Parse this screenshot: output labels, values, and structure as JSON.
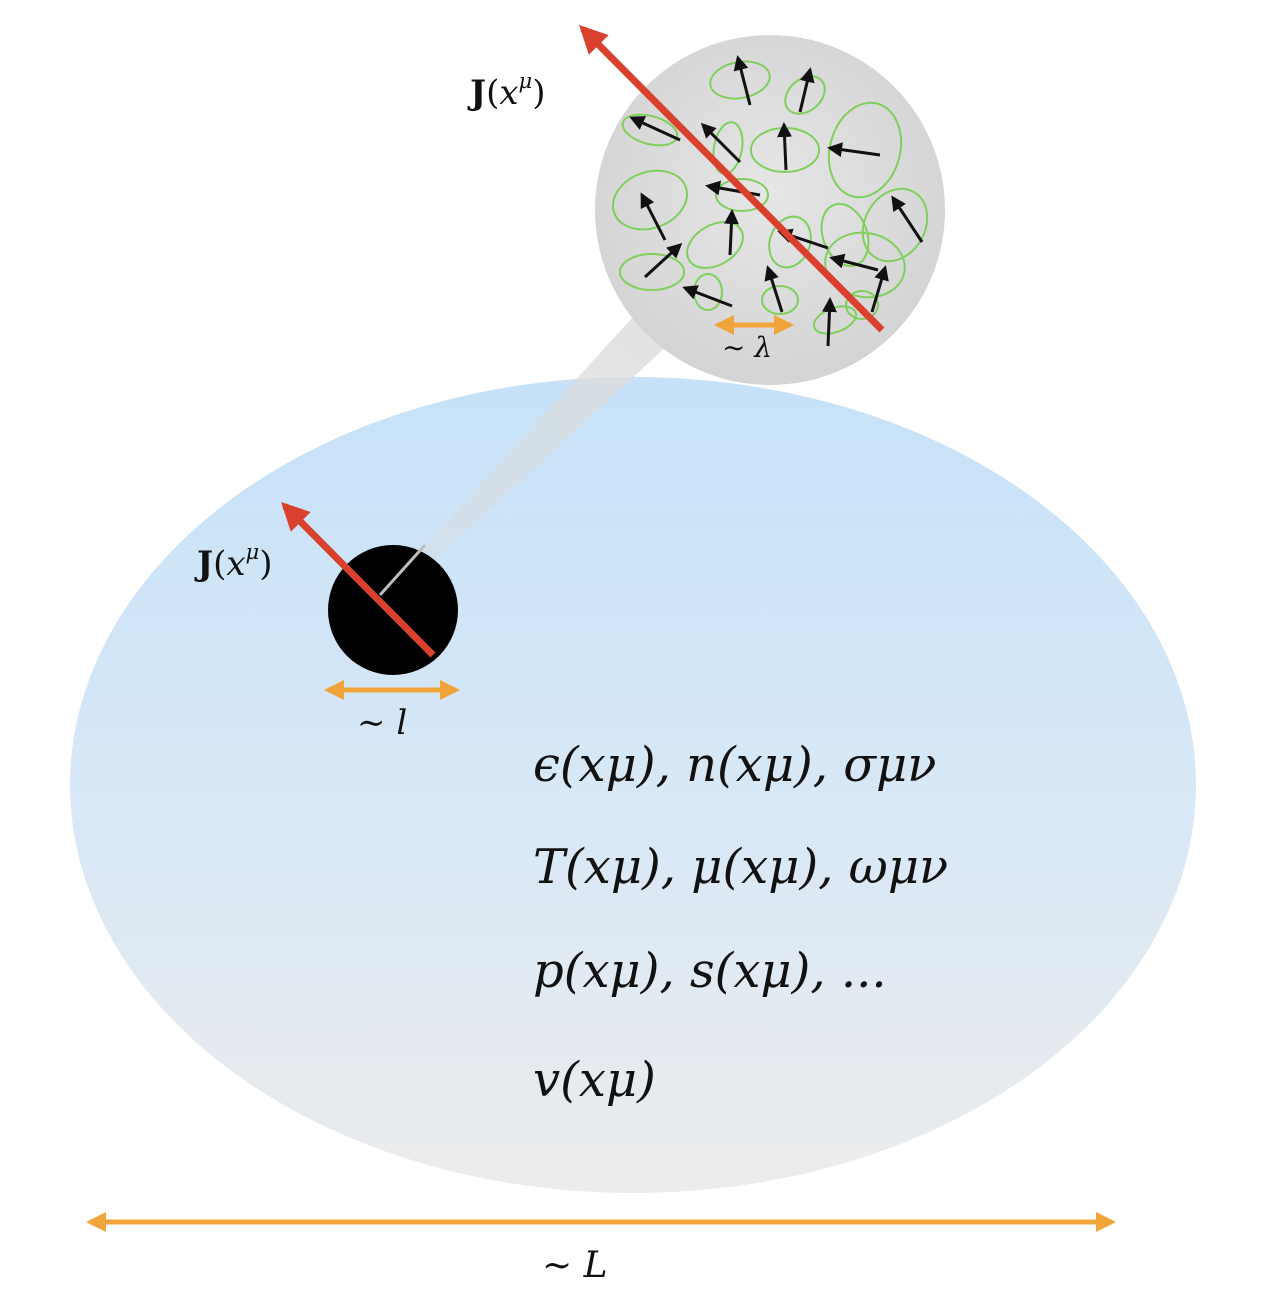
{
  "labels": {
    "current_symbol": "J",
    "coord_symbol": "x",
    "coord_index": "μ",
    "tilde": "∼",
    "lambda_scale": "λ",
    "l_scale": "l",
    "L_scale": "L",
    "open_paren": "(",
    "close_paren": ")"
  },
  "fields": [
    "ϵ(xμ),  n(xμ),  σμν",
    "T(xμ),  μ(xμ),  ωμν",
    "p(xμ),  s(xμ),  ...",
    "v(xμ)"
  ],
  "colors": {
    "arrow_red": "#d9402e",
    "scale_orange": "#f0a43a",
    "loop_green": "#7fcf5e",
    "spin_black": "#111111",
    "blob_top": "#c6e1f8",
    "blob_bottom": "#ececec",
    "zoom_gray": "#d8d8d8"
  }
}
